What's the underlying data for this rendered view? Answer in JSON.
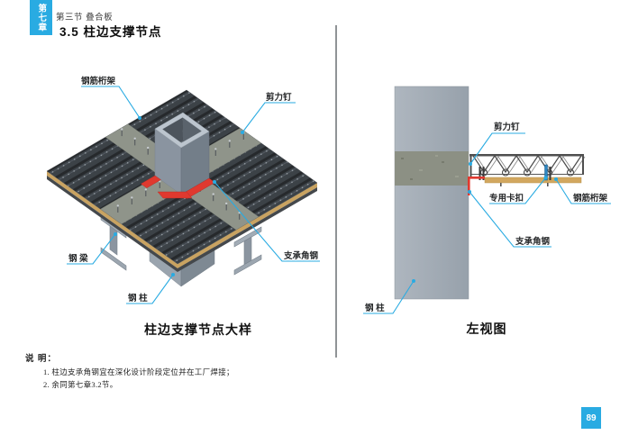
{
  "page": {
    "chapter_tab": "第七章",
    "section_label": "第三节 叠合板",
    "title": "3.5 柱边支撑节点",
    "page_number": "89"
  },
  "colors": {
    "accent_cyan": "#29ABE2",
    "support_angle_red": "#E0392F",
    "slab_deck_dark": "#3C4247",
    "concrete_band": "#8F948A",
    "steel_gray": "#9BA5AF",
    "formwork_tan": "#CFA45F"
  },
  "figures": {
    "detail_view": {
      "caption": "柱边支撑节点大样",
      "labels": {
        "truss": "钢筋桁架",
        "shear_stud": "剪力钉",
        "steel_beam": "钢 梁",
        "steel_column": "钢 柱",
        "support_angle": "支承角钢"
      }
    },
    "side_view": {
      "caption": "左视图",
      "labels": {
        "shear_stud": "剪力钉",
        "special_clip": "专用卡扣",
        "truss": "钢筋桁架",
        "support_angle": "支承角钢",
        "steel_column": "钢 柱"
      }
    }
  },
  "notes": {
    "heading": "说 明：",
    "items": [
      "1. 柱边支承角钢宜在深化设计阶段定位并在工厂焊接；",
      "2. 余同第七章3.2节。"
    ]
  }
}
